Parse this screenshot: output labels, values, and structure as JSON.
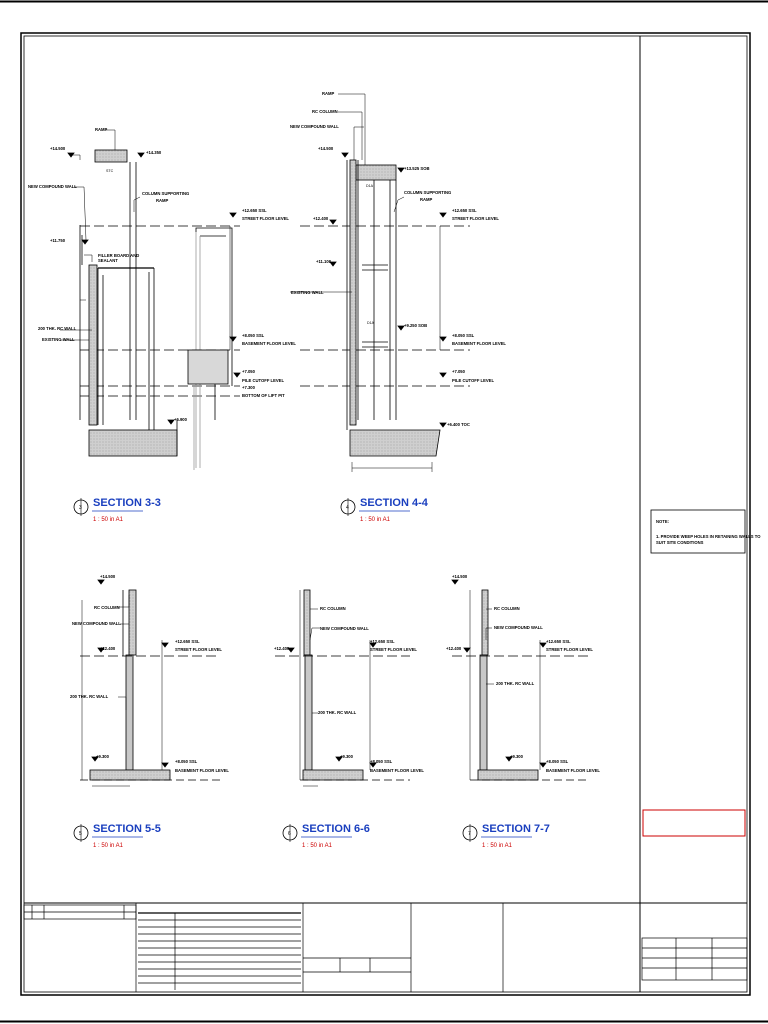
{
  "sections": [
    {
      "id": "s33",
      "number": "3",
      "title": "SECTION 3-3",
      "scale": "1 : 50 in A1"
    },
    {
      "id": "s44",
      "number": "4",
      "title": "SECTION 4-4",
      "scale": "1 : 50 in A1"
    },
    {
      "id": "s55",
      "number": "5",
      "title": "SECTION 5-5",
      "scale": "1 : 50 in A1"
    },
    {
      "id": "s66",
      "number": "6",
      "title": "SECTION 6-6",
      "scale": "1 : 50 in A1"
    },
    {
      "id": "s77",
      "number": "7",
      "title": "SECTION 7-7",
      "scale": "1 : 50 in A1"
    }
  ],
  "s33": {
    "lv_top": "+14.500",
    "lv_ramp": "+14.350",
    "lv_117": "+11.750",
    "lv_sub": "+6.900",
    "ramp": "RAMP",
    "new_wall": "NEW COMPOUND WALL",
    "column": "COLUMN SUPPORTING",
    "column2": "RAMP",
    "filler": "FILLER BOARD AND",
    "filler2": "SEALANT",
    "rc_wall": "200 THK. RC WALL",
    "existing": "EXISTING WALL",
    "ssl1": "+12.650  SSL",
    "ssl1b": "STREET FLOOR LEVEL",
    "ssl2": "+8.050  SSL",
    "ssl2b": "BASEMENT FLOOR LEVEL",
    "pile": "+7.050",
    "pileb": "PILE CUTOFF LEVEL",
    "pit": "+7.300",
    "pitb": "BOTTOM OF LIFT PIT",
    "tic": "STC"
  },
  "s44": {
    "ramp": "RAMP",
    "rc_col": "RC COLUMN",
    "new_wall": "NEW COMPOUND WALL",
    "lv_top": "+14.500",
    "sob": "+13.525 SOB",
    "d1a": "D1A",
    "column": "COLUMN SUPPORTING",
    "column2": "RAMP",
    "lv_124": "+12.400",
    "lv_111": "+11.100",
    "existing": "EXISTING WALL",
    "sob2": "+9.250 SOB",
    "d1a2": "D1A",
    "ssl1": "+12.650  SSL",
    "ssl1b": "STREET FLOOR LEVEL",
    "ssl2": "+8.050  SSL",
    "ssl2b": "BASEMENT FLOOR LEVEL",
    "pile": "+7.050",
    "pileb": "PILE CUTOFF LEVEL",
    "toc": "+6.400 TOC"
  },
  "s55": {
    "lv_top": "+14.500",
    "rc_col": "RC COLUMN",
    "new_wall": "NEW COMPOUND WALL",
    "lv_124": "+12.400",
    "ssl1": "+12.650  SSL",
    "ssl1b": "STREET FLOOR LEVEL",
    "rc_wall": "200 THK. RC WALL",
    "lv_93": "+9.300",
    "ssl2": "+8.050  SSL",
    "ssl2b": "BASEMENT FLOOR LEVEL"
  },
  "s66": {
    "rc_col": "RC COLUMN",
    "new_wall": "NEW COMPOUND WALL",
    "lv_124": "+12.400",
    "ssl1": "+12.650  SSL",
    "ssl1b": "STREET FLOOR LEVEL",
    "rc_wall": "200 THK. RC WALL",
    "lv_93": "+9.300",
    "ssl2": "+8.050  SSL",
    "ssl2b": "BASEMENT FLOOR LEVEL"
  },
  "s77": {
    "lv_top": "+14.500",
    "rc_col": "RC COLUMN",
    "new_wall": "NEW COMPOUND WALL",
    "lv_124": "+12.400",
    "ssl1": "+12.650  SSL",
    "ssl1b": "STREET FLOOR LEVEL",
    "rc_wall": "200 THK. RC WALL",
    "lv_93": "+9.300",
    "ssl2": "+8.050  SSL",
    "ssl2b": "BASEMENT FLOOR LEVEL"
  },
  "note": {
    "heading": "NOTE:",
    "line1": "1.   PROVIDE WEEP HOLES IN RETAINING WALLS TO",
    "line2": "       SUIT SITE CONDITIONS"
  },
  "colors": {
    "title": "#1a3fbf",
    "scale": "#cc0000",
    "concrete": "#b8b8b8",
    "stamp": "#cc0000"
  }
}
